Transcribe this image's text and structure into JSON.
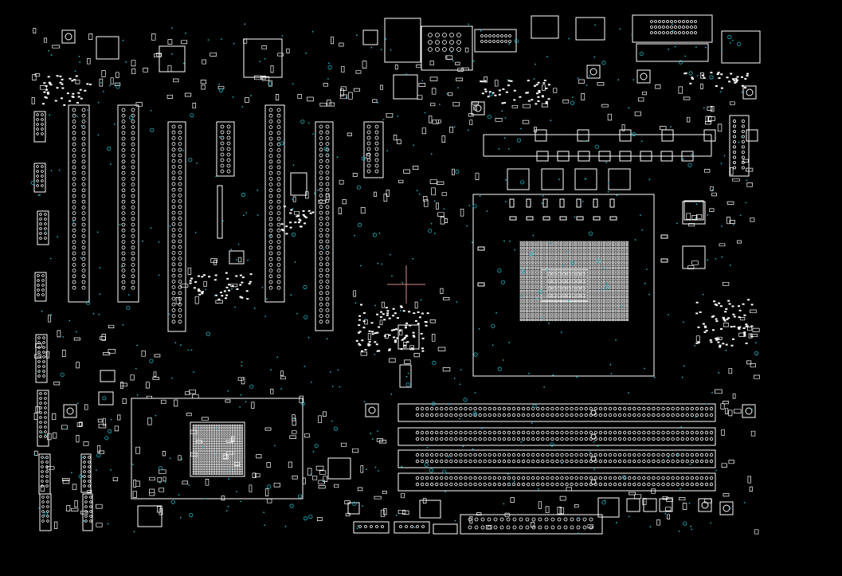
{
  "viewer": {
    "background": "#000000",
    "outline_color": "#ffffff",
    "via_color": "#1fb2bf",
    "cursor_color": "#d98a8a"
  },
  "layout": {
    "pcie_slots": 6,
    "dimm_slots": 4,
    "cpu_socket": 1,
    "chipset": 1,
    "rear_io_ports": 8,
    "vrm_inductors": 12
  }
}
